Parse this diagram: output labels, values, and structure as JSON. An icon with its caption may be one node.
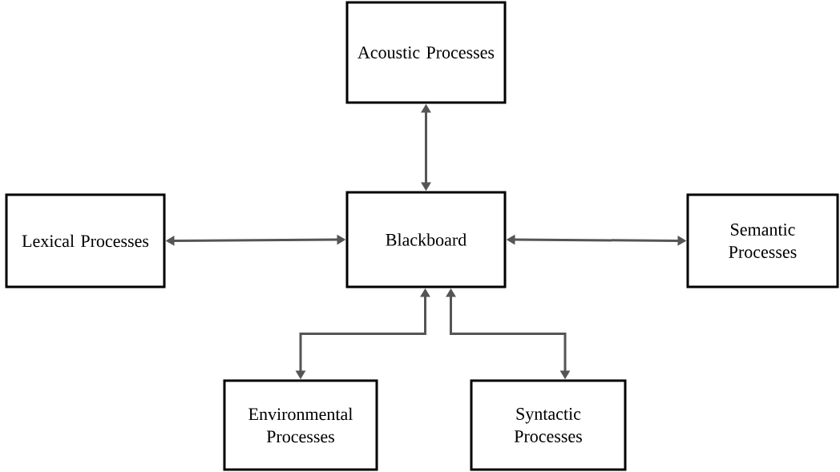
{
  "diagram": {
    "nodes": [
      {
        "text": [
          "Acoustic Processes"
        ]
      },
      {
        "text": [
          "Lexical Processes"
        ]
      },
      {
        "text": [
          "Blackboard"
        ]
      },
      {
        "text": [
          "Semantic Processes"
        ]
      },
      {
        "text": [
          "Environmental Processes"
        ]
      },
      {
        "text": [
          "Syntactic Processes"
        ]
      }
    ],
    "edges": [
      {
        "from": 0,
        "to": 2,
        "arrow": "both"
      },
      {
        "from": 1,
        "to": 2,
        "arrow": "both"
      },
      {
        "from": 2,
        "to": 3,
        "arrow": "both"
      },
      {
        "from": 2,
        "to": 4,
        "arrow": "both"
      },
      {
        "from": 2,
        "to": 5,
        "arrow": "both"
      }
    ]
  }
}
